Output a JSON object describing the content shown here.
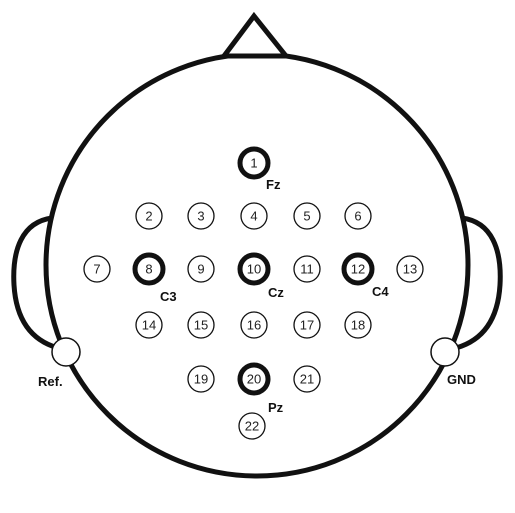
{
  "electrodes": [
    {
      "id": "1",
      "label": "Fz",
      "highlighted": true
    },
    {
      "id": "2",
      "label": "",
      "highlighted": false
    },
    {
      "id": "3",
      "label": "",
      "highlighted": false
    },
    {
      "id": "4",
      "label": "",
      "highlighted": false
    },
    {
      "id": "5",
      "label": "",
      "highlighted": false
    },
    {
      "id": "6",
      "label": "",
      "highlighted": false
    },
    {
      "id": "7",
      "label": "",
      "highlighted": false
    },
    {
      "id": "8",
      "label": "C3",
      "highlighted": true
    },
    {
      "id": "9",
      "label": "",
      "highlighted": false
    },
    {
      "id": "10",
      "label": "Cz",
      "highlighted": true
    },
    {
      "id": "11",
      "label": "",
      "highlighted": false
    },
    {
      "id": "12",
      "label": "C4",
      "highlighted": true
    },
    {
      "id": "13",
      "label": "",
      "highlighted": false
    },
    {
      "id": "14",
      "label": "",
      "highlighted": false
    },
    {
      "id": "15",
      "label": "",
      "highlighted": false
    },
    {
      "id": "16",
      "label": "",
      "highlighted": false
    },
    {
      "id": "17",
      "label": "",
      "highlighted": false
    },
    {
      "id": "18",
      "label": "",
      "highlighted": false
    },
    {
      "id": "19",
      "label": "",
      "highlighted": false
    },
    {
      "id": "20",
      "label": "Pz",
      "highlighted": true
    },
    {
      "id": "21",
      "label": "",
      "highlighted": false
    },
    {
      "id": "22",
      "label": "",
      "highlighted": false
    }
  ],
  "reference": {
    "left_label": "Ref.",
    "right_label": "GND"
  },
  "colors": {
    "stroke": "#111111",
    "fill": "#ffffff"
  }
}
